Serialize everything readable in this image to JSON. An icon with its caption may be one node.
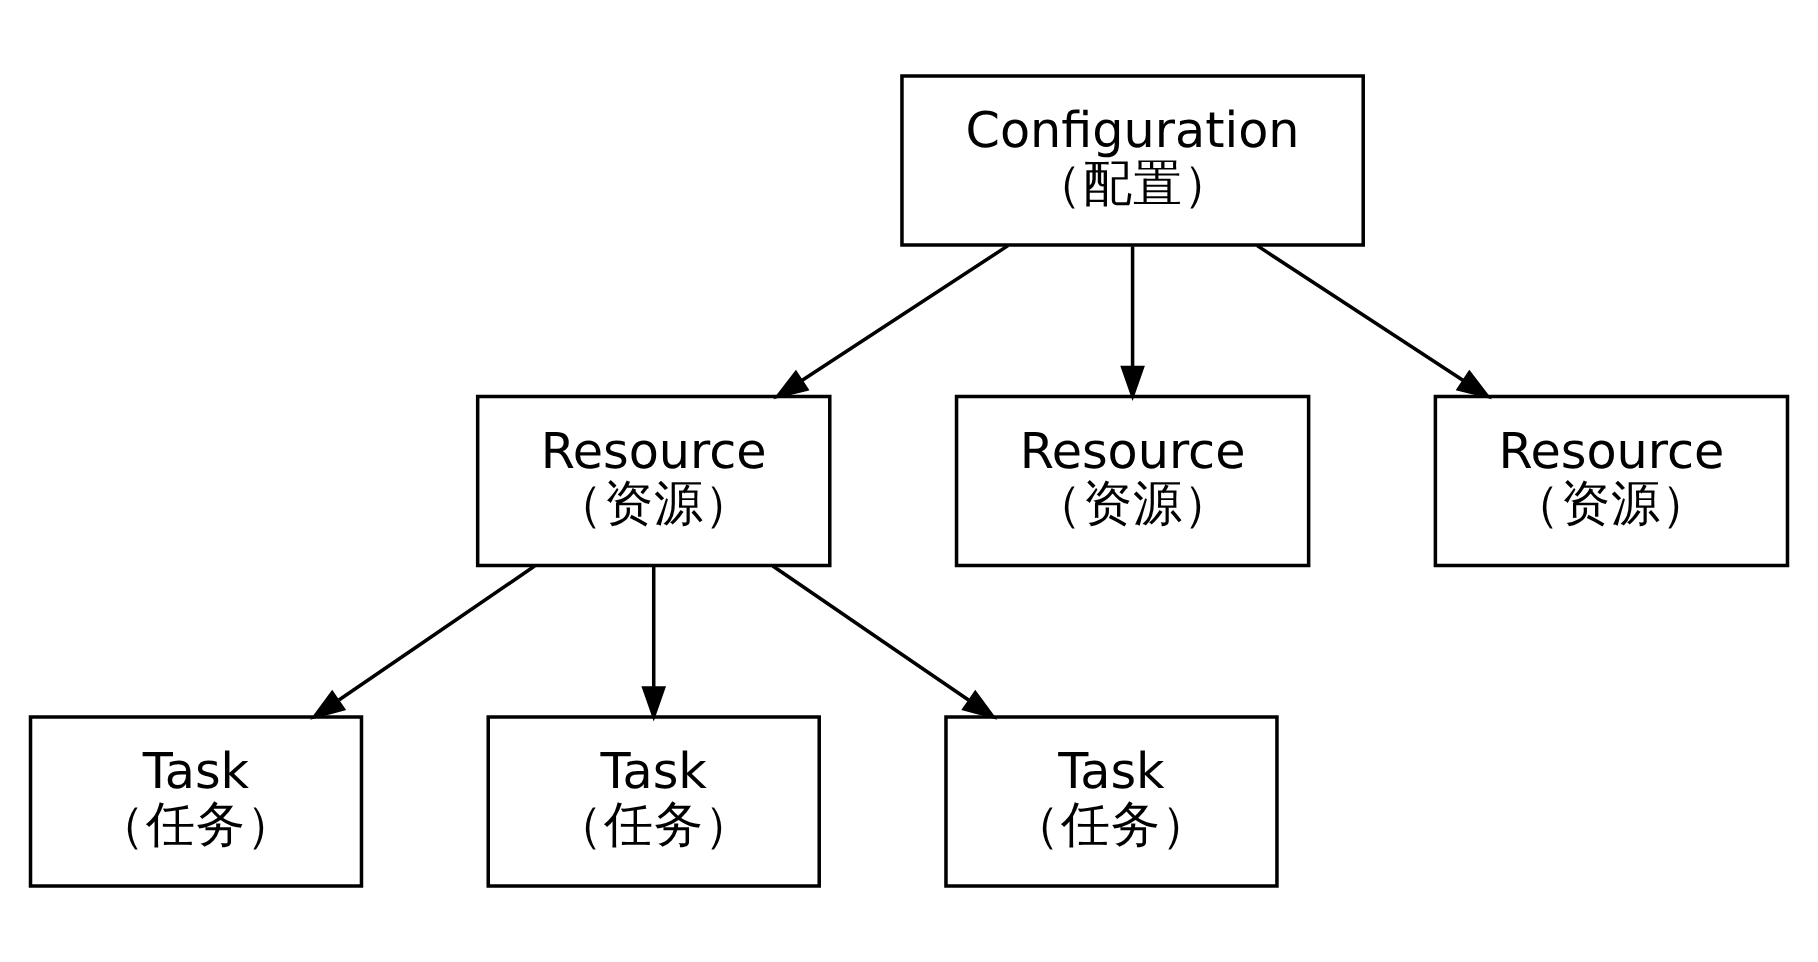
{
  "diagram": {
    "nodes": [
      {
        "text": [
          "Configuration",
          "（配置）"
        ]
      },
      {
        "text": [
          "Resource",
          "（资源）"
        ]
      },
      {
        "text": [
          "Resource",
          "（资源）"
        ]
      },
      {
        "text": [
          "Resource",
          "（资源）"
        ]
      },
      {
        "text": [
          "Task",
          "（任务）"
        ]
      },
      {
        "text": [
          "Task",
          "（任务）"
        ]
      },
      {
        "text": [
          "Task",
          "（任务）"
        ]
      }
    ],
    "edges": [
      {
        "from": 0,
        "to": 1,
        "arrow": "to"
      },
      {
        "from": 0,
        "to": 2,
        "arrow": "to"
      },
      {
        "from": 0,
        "to": 3,
        "arrow": "to"
      },
      {
        "from": 1,
        "to": 4,
        "arrow": "to"
      },
      {
        "from": 1,
        "to": 5,
        "arrow": "to"
      },
      {
        "from": 1,
        "to": 6,
        "arrow": "to"
      }
    ]
  }
}
